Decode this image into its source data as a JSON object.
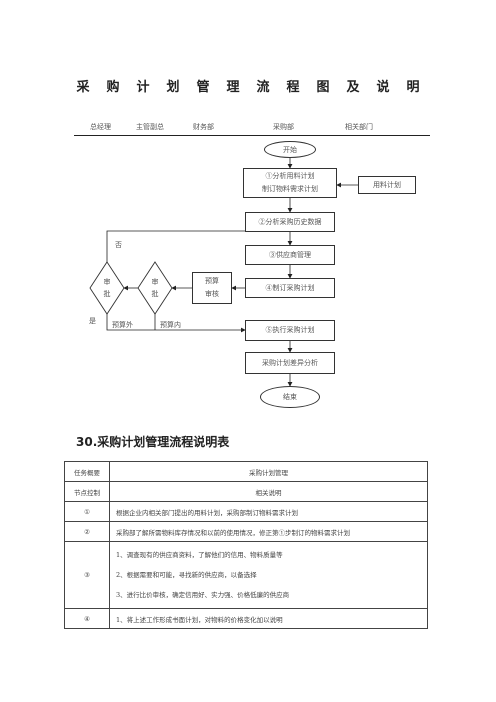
{
  "title": "采购计划管理流程图及说明",
  "headers": [
    "总经理",
    "主管副总",
    "财务部",
    "采购部",
    "相关部门"
  ],
  "flow": {
    "start": "开始",
    "step1_line1": "①分析用料计划",
    "step1_line2": "制订物料需求计划",
    "material_plan": "用料计划",
    "step2": "②分析采购历史数据",
    "step3": "③供应商管理",
    "step4": "④制订采购计划",
    "budget_review_1": "预算",
    "budget_review_2": "审核",
    "approve_a_1": "审",
    "approve_a_2": "批",
    "approve_b_1": "审",
    "approve_b_2": "批",
    "no": "否",
    "yes": "是",
    "over_budget": "预算外",
    "within_budget": "预算内",
    "step5": "⑤执行采购计划",
    "variance": "采购计划差异分析",
    "end": "结束"
  },
  "section_title": "30.采购计划管理流程说明表",
  "table": {
    "r0": {
      "k": "任务概要",
      "v": "采购计划管理"
    },
    "r1": {
      "k": "节点控制",
      "v": "相关说明"
    },
    "r2": {
      "k": "①",
      "v": "根据企业内相关部门提出的用料计划，采购部制订物料需求计划"
    },
    "r3": {
      "k": "②",
      "v": "采购部了解所需物料库存情况和以前的使用情况，修正第①步制订的物料需求计划"
    },
    "r4": {
      "k": "③",
      "lines": [
        "1、调查现有的供应商资料，了解他们的信用、物料质量等",
        "2、根据需要和可能，寻找新的供应商，以备选择",
        "3、进行比价审核，确定信用好、实力强、价格低廉的供应商"
      ]
    },
    "r5": {
      "k": "④",
      "v": "1、将上述工作形成书面计划，对物料的价格变化加以说明"
    }
  }
}
